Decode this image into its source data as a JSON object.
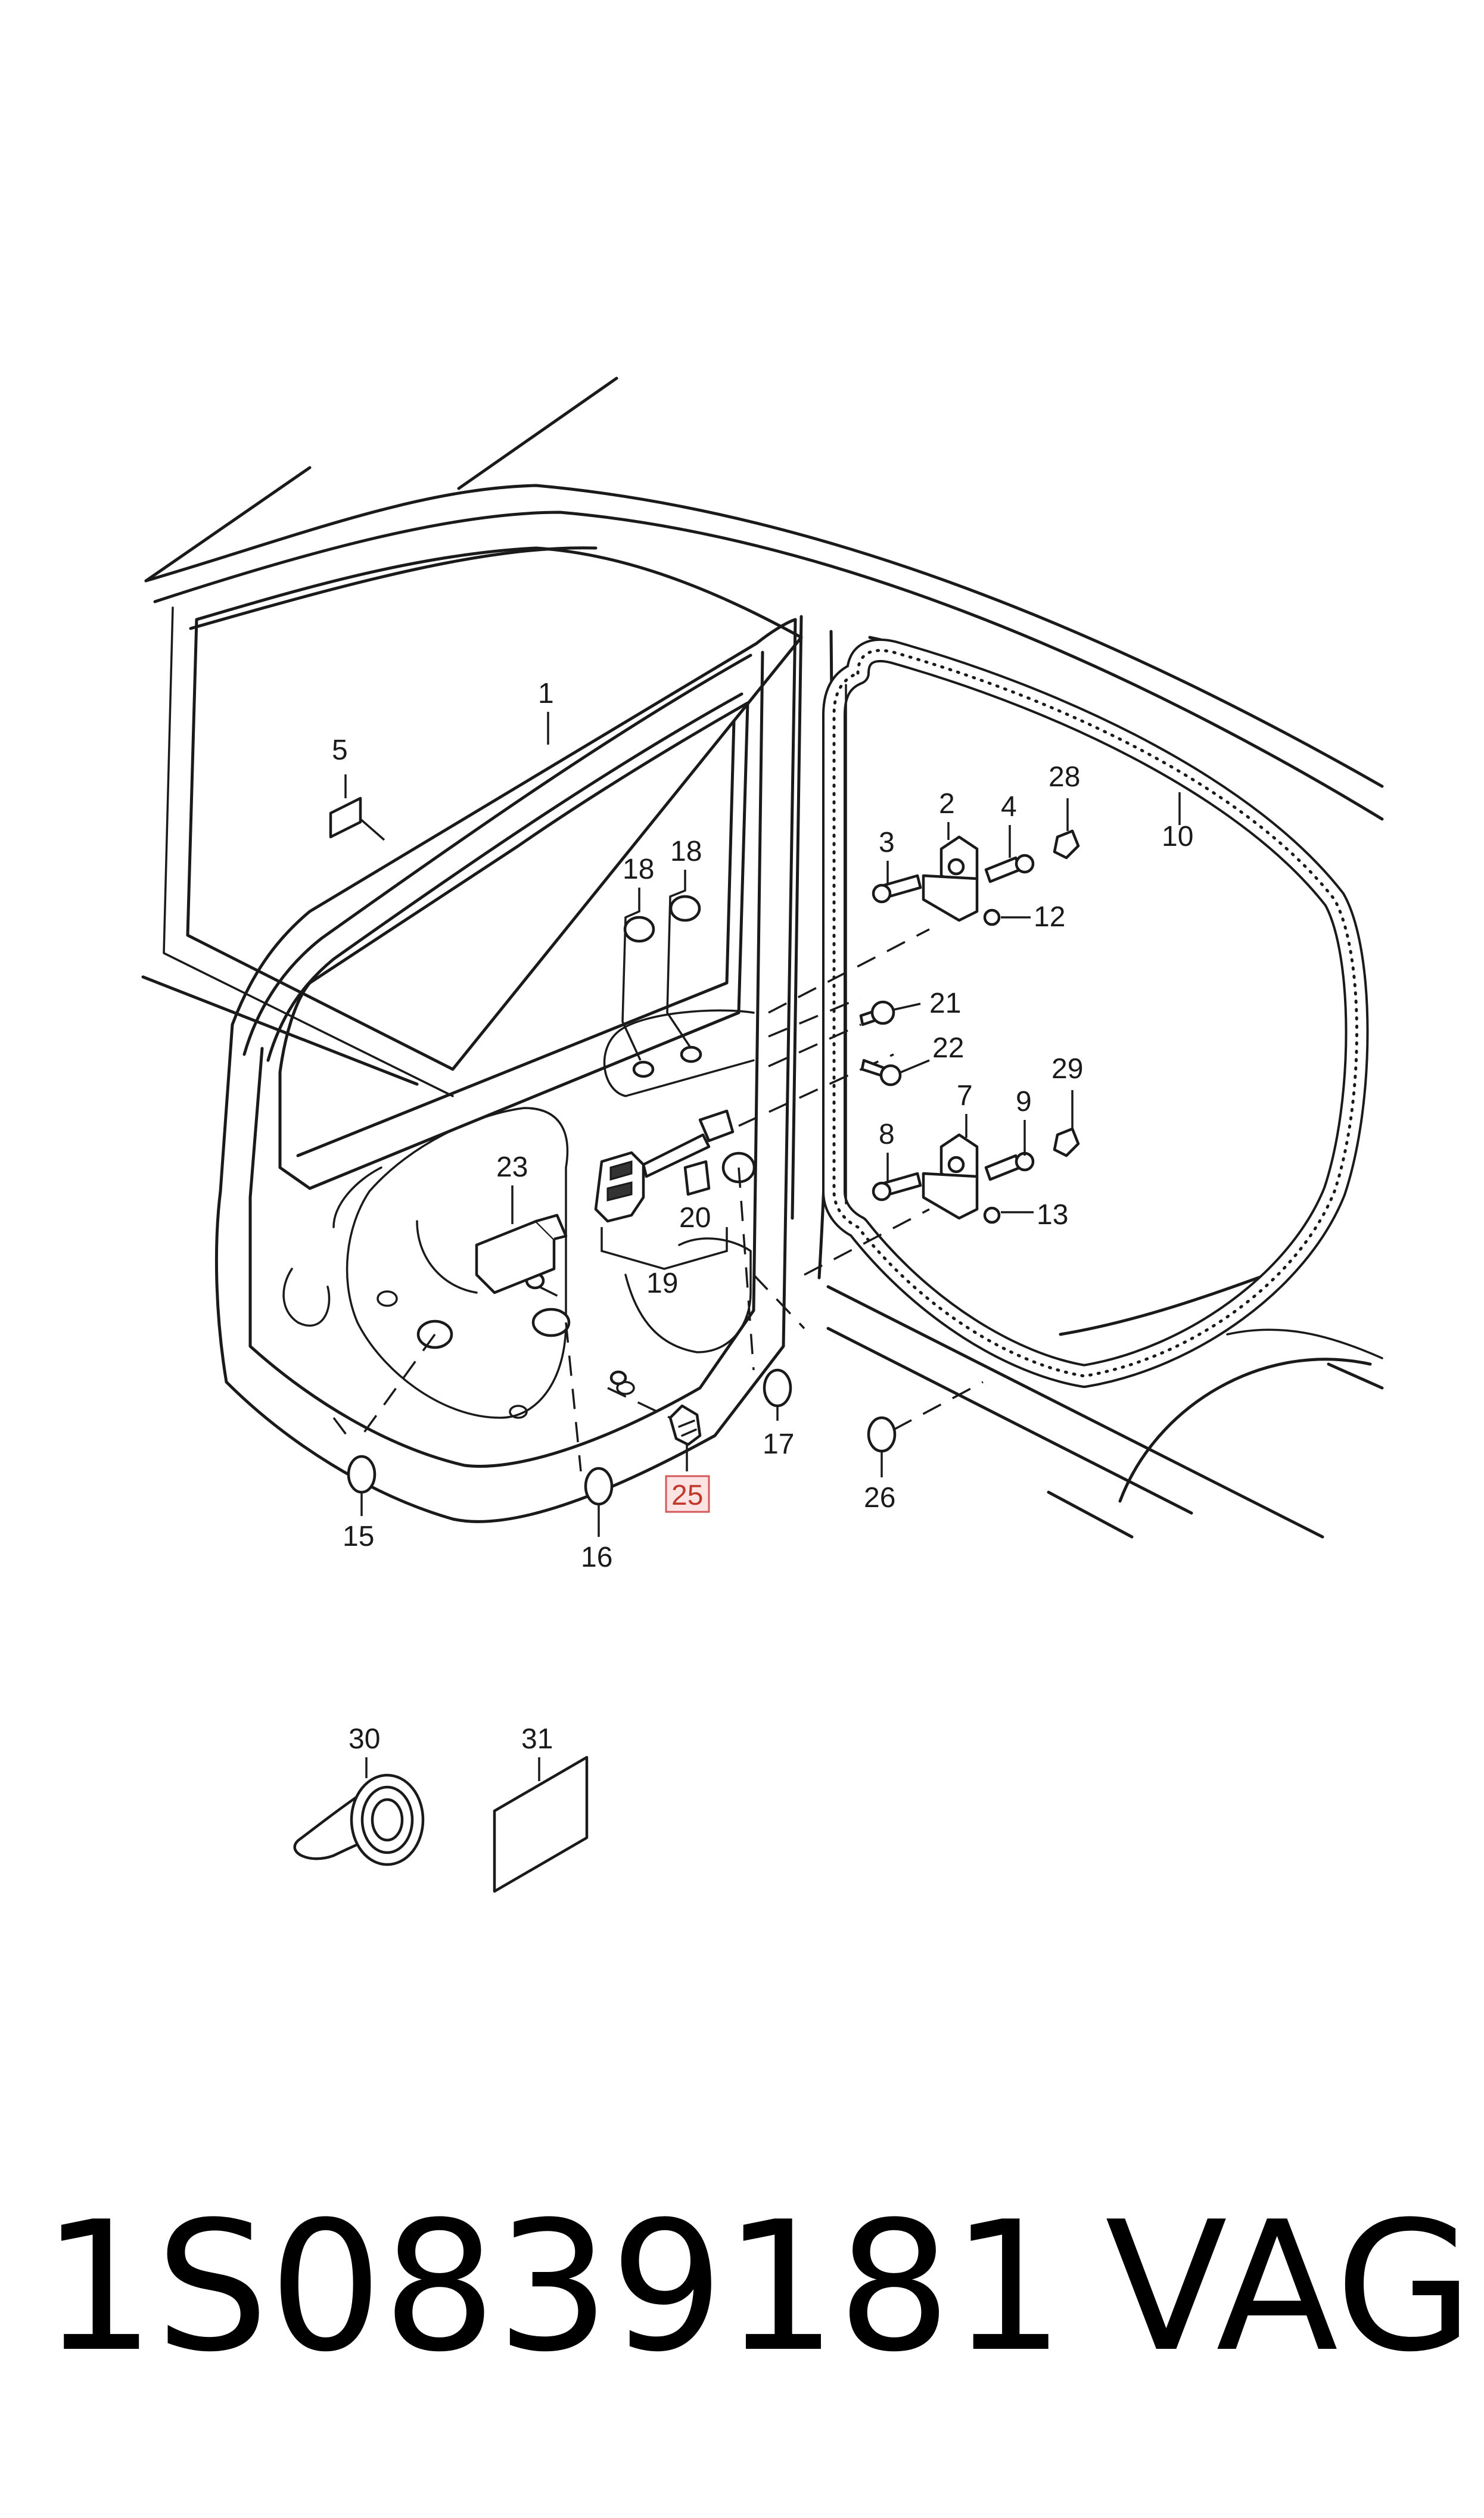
{
  "diagram": {
    "callouts": {
      "c1": "1",
      "c2": "2",
      "c3": "3",
      "c4": "4",
      "c5": "5",
      "c7": "7",
      "c8": "8",
      "c9": "9",
      "c10": "10",
      "c12": "12",
      "c13": "13",
      "c15": "15",
      "c16": "16",
      "c17": "17",
      "c18a": "18",
      "c18b": "18",
      "c19": "19",
      "c20": "20",
      "c21": "21",
      "c22": "22",
      "c23": "23",
      "c25": "25",
      "c26": "26",
      "c28": "28",
      "c29": "29",
      "c30": "30",
      "c31": "31"
    },
    "highlighted_callout": "25",
    "highlight_color": "#d45a5a"
  },
  "footer": {
    "part_number": "1S0839181",
    "brand": "VAG"
  }
}
